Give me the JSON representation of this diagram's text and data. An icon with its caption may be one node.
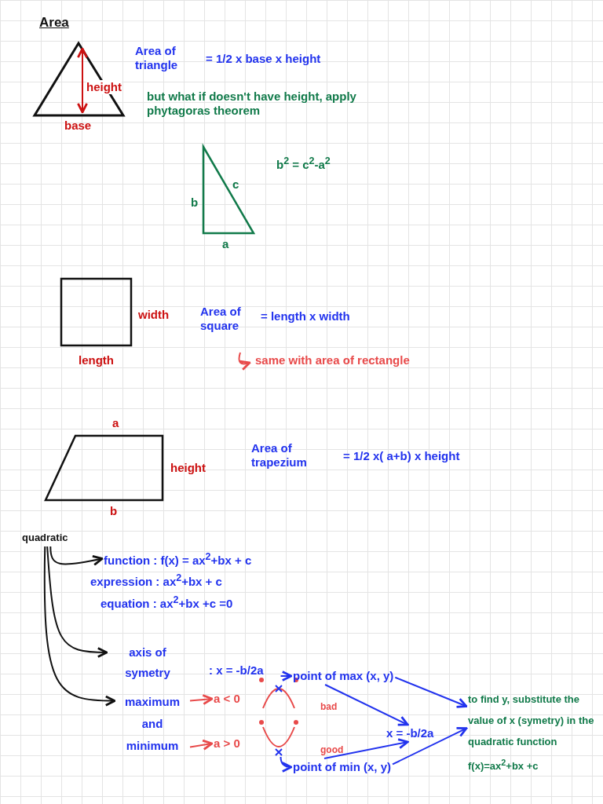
{
  "diagram": {
    "nodes": [
      {
        "text": [
          "quadratic"
        ]
      },
      {
        "text": [
          "function : f(x) = ax$^{2}$+bx + c"
        ]
      },
      {
        "text": [
          "expression : ax$^{2}$+bx + c"
        ]
      },
      {
        "text": [
          "equation : ax$^{2}$+bx +c =0"
        ]
      },
      {
        "text": [
          "axis of symetry"
        ]
      },
      {
        "text": [
          "maximum and minimum"
        ]
      },
      {
        "text": [
          "a < 0"
        ]
      },
      {
        "text": [
          "a > 0"
        ]
      },
      {
        "text": [],
        "shape": "picture"
      },
      {
        "text": [],
        "shape": "picture"
      },
      {
        "text": [
          "point of max (x, y)"
        ]
      },
      {
        "text": [
          "x = -b/2a"
        ]
      },
      {
        "text": [
          "point of min (x, y)"
        ]
      },
      {
        "text": [
          "to find y, substitute the value of x (symetry) in the quadratic function f(x)=ax$^{2}$+bx +c"
        ]
      }
    ],
    "edges": [
      {
        "from": 0,
        "to": 1,
        "arrow": "to",
        "color": "#111111"
      },
      {
        "from": 0,
        "to": 4,
        "arrow": "to",
        "color": "#111111"
      },
      {
        "from": 0,
        "to": 5,
        "arrow": "to",
        "color": "#111111"
      },
      {
        "from": 5,
        "to": 6,
        "arrow": "to",
        "color": "#e84a4a"
      },
      {
        "from": 5,
        "to": 7,
        "arrow": "to",
        "color": "#e84a4a"
      },
      {
        "from": 8,
        "to": 10,
        "arrow": "to",
        "color": "#2233ee"
      },
      {
        "from": 9,
        "to": 12,
        "arrow": "to",
        "color": "#2233ee"
      },
      {
        "from": 10,
        "to": 11,
        "arrow": "to",
        "color": "#2233ee"
      },
      {
        "from": 12,
        "to": 11,
        "arrow": "to",
        "color": "#2233ee"
      },
      {
        "from": 10,
        "to": 13,
        "arrow": "to",
        "color": "#2233ee"
      },
      {
        "from": 12,
        "to": 13,
        "arrow": "to",
        "color": "#2233ee"
      }
    ],
    "labels": [
      "Area",
      "height",
      "base",
      "Area of triangle",
      "= 1/2 x base x height",
      "but what if doesn't have height, apply phytagoras theorem",
      "b$^{2}$ = c$^{2}$-a$^{2}$",
      "c",
      "b",
      "a",
      "width",
      "length",
      "Area of square",
      "= length x width",
      "same with area of rectangle",
      "a",
      "height",
      "b",
      "Area of trapezium",
      "= 1/2 x( a+b) x height",
      ": x = -b/2a",
      "bad",
      "good"
    ]
  }
}
